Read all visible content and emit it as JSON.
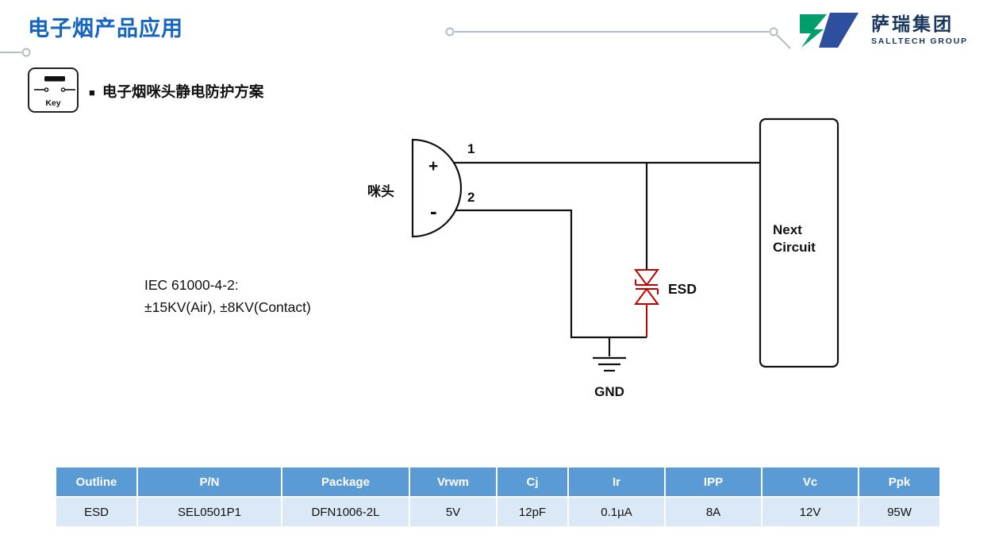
{
  "header": {
    "title": "电子烟产品应用",
    "logo_name": "萨瑞集团",
    "logo_subtitle": "SALLTECH GROUP"
  },
  "key_card": {
    "label": "Key"
  },
  "section_heading": {
    "bullet": "■",
    "text": "电子烟咪头静电防护方案"
  },
  "diagram": {
    "mic_label": "咪头",
    "pin1": "1",
    "pin2": "2",
    "plus": "+",
    "minus": "-",
    "esd_label": "ESD",
    "gnd_label": "GND",
    "next_circuit_line1": "Next",
    "next_circuit_line2": "Circuit",
    "iec_line1": "IEC 61000-4-2:",
    "iec_line2": "±15KV(Air), ±8KV(Contact)"
  },
  "table": {
    "headers": [
      "Outline",
      "P/N",
      "Package",
      "Vrwm",
      "Cj",
      "Ir",
      "IPP",
      "Vc",
      "Ppk"
    ],
    "row": [
      "ESD",
      "SEL0501P1",
      "DFN1006-2L",
      "5V",
      "12pF",
      "0.1µA",
      "8A",
      "12V",
      "95W"
    ]
  },
  "colors": {
    "title_blue": "#1565c0",
    "deco_gray": "#b3bdc6",
    "logo_navy": "#17365d",
    "logo_green": "#009e6d",
    "logo_blue": "#2e4f9e",
    "esd_red": "#c00000",
    "table_header_bg": "#5b9bd5",
    "table_row_bg": "#dbe8f6"
  }
}
